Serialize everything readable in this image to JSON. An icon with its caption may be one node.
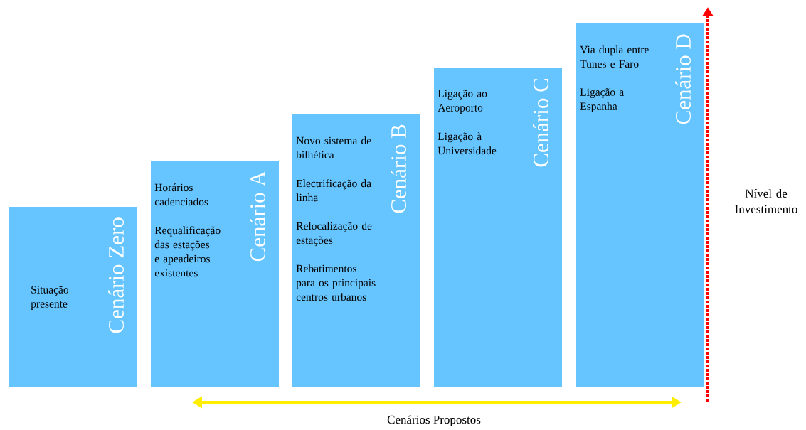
{
  "diagram": {
    "nodes": [
      {
        "text": [
          "Cenário Zero",
          "Situação presente"
        ]
      },
      {
        "text": [
          "Cenário A",
          "Horários cadenciados",
          "Requalificação das estações e apeadeiros existentes"
        ]
      },
      {
        "text": [
          "Cenário B",
          "Novo sistema de bilhética",
          "Electrificação da linha",
          "Relocalização de estações",
          "Rebatimentos para os principais centros urbanos"
        ]
      },
      {
        "text": [
          "Cenário C",
          "Ligação ao Aeroporto",
          "Ligação à Universidade"
        ]
      },
      {
        "text": [
          "Cenário D",
          "Via dupla entre Tunes e Faro",
          "Ligação a Espanha"
        ]
      }
    ],
    "labels": [
      "Cenários Propostos",
      "Nível de Investimento"
    ]
  }
}
